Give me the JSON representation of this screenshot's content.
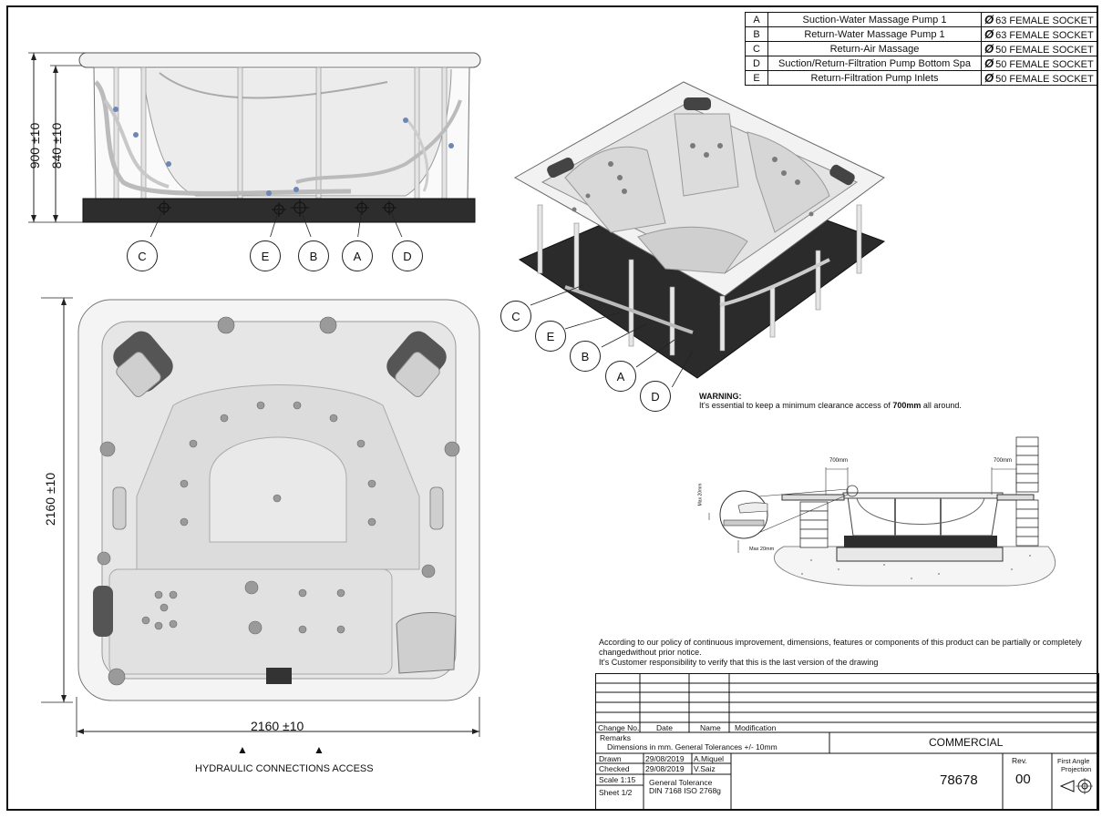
{
  "connections": [
    {
      "letter": "A",
      "description": "Suction-Water Massage Pump 1",
      "socket": "63 FEMALE SOCKET"
    },
    {
      "letter": "B",
      "description": "Return-Water Massage Pump 1",
      "socket": "63 FEMALE SOCKET"
    },
    {
      "letter": "C",
      "description": "Return-Air Massage",
      "socket": "50 FEMALE SOCKET"
    },
    {
      "letter": "D",
      "description": "Suction/Return-Filtration Pump Bottom Spa",
      "socket": "50 FEMALE SOCKET"
    },
    {
      "letter": "E",
      "description": "Return-Filtration Pump Inlets",
      "socket": "50 FEMALE SOCKET"
    }
  ],
  "diameter_symbol": "Ø",
  "side_view": {
    "dim_total": "900 ±10",
    "dim_inner": "840 ±10",
    "callouts": [
      "C",
      "E",
      "B",
      "A",
      "D"
    ]
  },
  "iso_view": {
    "callouts": [
      "C",
      "E",
      "B",
      "A",
      "D"
    ]
  },
  "top_view": {
    "dim_height": "2160 ±10",
    "dim_width": "2160 ±10",
    "access_label": "HYDRAULIC CONNECTIONS ACCESS"
  },
  "warning": {
    "title": "WARNING:",
    "text_before": "It's essential to keep a minimum clearance access of ",
    "text_bold": "700mm",
    "text_after": " all around."
  },
  "section": {
    "clear_left": "700mm",
    "clear_right": "700mm",
    "max_v": "Max 20mm",
    "max_h": "Max 20mm"
  },
  "policy": {
    "line1": "According to our policy of continuous improvement, dimensions, features or components of this product can be partially or completely",
    "line2": "changedwithout prior notice.",
    "line3": "It's Customer responsibility to verify that this is the last version of the drawing"
  },
  "title_block": {
    "change_no": "Change No.",
    "date": "Date",
    "name": "Name",
    "modification": "Modification",
    "remarks": "Remarks",
    "tolerances": "Dimensions in mm. General Tolerances +/- 10mm",
    "category": "COMMERCIAL",
    "drawn_label": "Drawn",
    "drawn_date": "29/08/2019",
    "drawn_name": "A.Miquel",
    "checked_label": "Checked",
    "checked_date": "29/08/2019",
    "checked_name": "V.Saiz",
    "scale_label": "Scale",
    "scale_value": "1:15",
    "sheet_label": "Sheet",
    "sheet_value": "1/2",
    "gen_tol_1": "General Tolerance",
    "gen_tol_2": "DIN 7168 ISO 2768g",
    "drawing_no": "78678",
    "rev_label": "Rev.",
    "rev_value": "00",
    "projection_1": "First Angle",
    "projection_2": "Projection"
  }
}
